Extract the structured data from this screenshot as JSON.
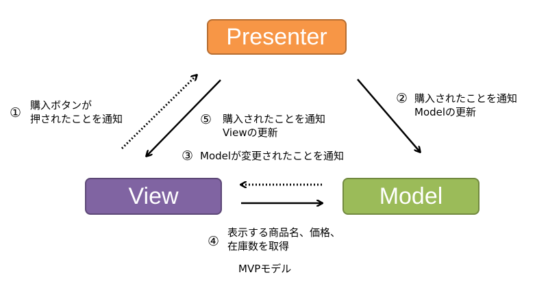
{
  "title": "MVPモデル",
  "nodes": {
    "presenter": {
      "label": "Presenter",
      "color": "#f79646"
    },
    "view": {
      "label": "View",
      "color": "#8064a2"
    },
    "model": {
      "label": "Model",
      "color": "#9bbb59"
    }
  },
  "steps": [
    {
      "num": "①",
      "lines": [
        "購入ボタンが",
        "押されたことを通知"
      ],
      "from": "View",
      "to": "Presenter",
      "style": "dotted"
    },
    {
      "num": "②",
      "lines": [
        "購入されたことを通知",
        "Modelの更新"
      ],
      "from": "Presenter",
      "to": "Model",
      "style": "solid"
    },
    {
      "num": "③",
      "lines": [
        "Modelが変更されたことを通知"
      ],
      "from": "Model",
      "to": "View",
      "style": "dotted"
    },
    {
      "num": "④",
      "lines": [
        "表示する商品名、価格、",
        "在庫数を取得"
      ],
      "from": "View",
      "to": "Model",
      "style": "solid"
    },
    {
      "num": "⑤",
      "lines": [
        "購入されたことを通知",
        "Viewの更新"
      ],
      "from": "Presenter",
      "to": "View",
      "style": "solid"
    }
  ]
}
